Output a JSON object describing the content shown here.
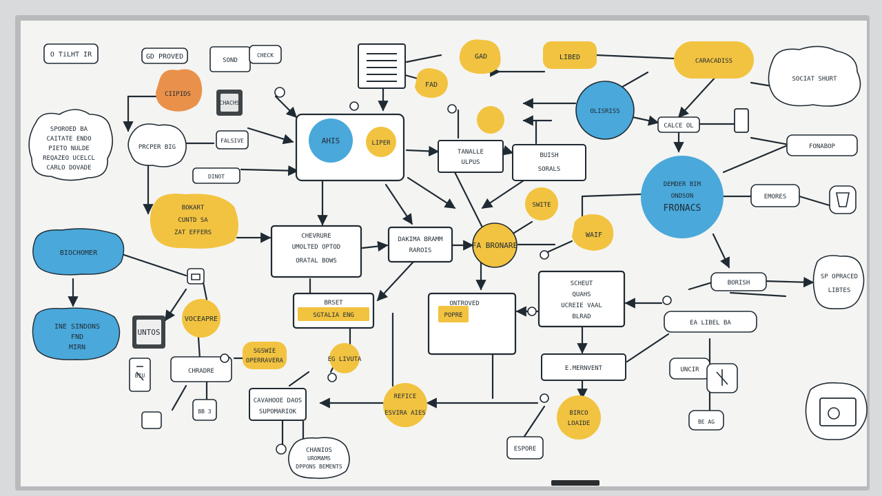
{
  "colors": {
    "ink": "#1f2a33",
    "yellow": "#f2c340",
    "blue": "#4aa8da",
    "orange": "#e9914a",
    "board": "#f4f4f2",
    "frame": "#b8babc",
    "dark": "#3f4447"
  },
  "labels": {
    "t01": "O TiLHT IR",
    "t02": "GD PROVED",
    "t03": "SOND",
    "t04": "CHECK",
    "t05": "GAD",
    "t06": "FAD",
    "t07": "LIBED",
    "t08": "CARACADISS",
    "t09": "OLISRISS",
    "t10": "SOCIAT SHURT",
    "t11": "SPOROED BA",
    "t12": "CAITATE ENDO",
    "t13": "PIETO NULDE",
    "t14": "REQAZEO UCELCL",
    "t15": "CARLO DOVADE",
    "t16": "CIIPIDS",
    "t17": "PRCPER BIG",
    "t18": "AHIS",
    "t19": "LIPER",
    "t20": "CHACHS",
    "t21": "FALSIVE",
    "t22": "DINOT",
    "t23": "CALCE OL",
    "t24": "FONABOP",
    "t25": "TANALLE",
    "t26": "ULPUS",
    "t27": "BUISH",
    "t28": "SORALS",
    "t29": "DEMDER BIM",
    "t30": "ONDSON",
    "t31": "FRONACS",
    "t32": "EMORES",
    "t33": "BOKART",
    "t34": "CUNTD SA",
    "t35": "ZAT EFFERS",
    "t36": "BIOCHOMER",
    "t37": "CHEVRURE",
    "t38": "UMOLTED OPTOD",
    "t39": "ORATAL BOWS",
    "t40": "DAKIMA BRAMM",
    "t41": "RAROIS",
    "t42": "FA BRONARE",
    "t43": "SWITE",
    "t44": "WAIF",
    "t45": "BORISH",
    "t46": "SP OPRACED",
    "t47": "LIBTES",
    "t48": "SCHEUT",
    "t49": "QUAHS",
    "t50": "UCREIE VAAL",
    "t51": "BLRAD",
    "t52": "EA LIBEL BA",
    "t53": "E.MERNVENT",
    "t54": "INE SINDONS",
    "t55": "FND",
    "t56": "MIRN",
    "t57": "UNTOS",
    "t58": "VOCEAPRE",
    "t59": "BRSET",
    "t60": "SGTALIA ENG",
    "t61": "ONTROVED",
    "t62": "POPRE",
    "t63": "SGSWIE",
    "t64": "OPERRAVERA",
    "t65": "EG LIVUTA",
    "t66": "CHRADRE",
    "t67": "CAVAHOOE DAOS",
    "t68": "SUPOMARIOK",
    "t69": "REFICE",
    "t70": "ESVIRA AIES",
    "t71": "BIRCO",
    "t72": "LOAIDE",
    "t73": "UNCIR",
    "t74": "ESPORE",
    "t75": "CHANIOS",
    "t76": "UROMAMS",
    "t77": "DPPONS BEMENTS",
    "t78": "BB 3",
    "t79": "BIU",
    "t80": "BE AG"
  }
}
